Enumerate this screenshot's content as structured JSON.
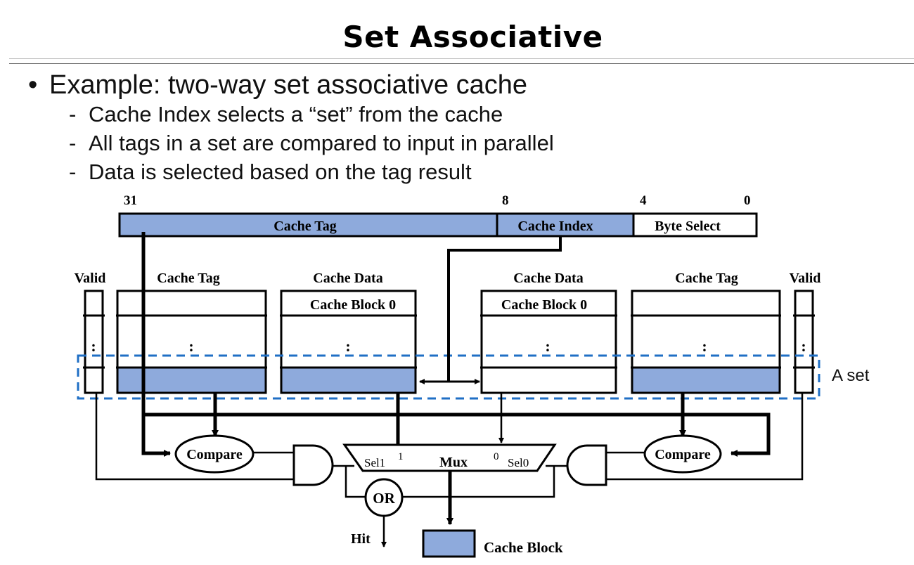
{
  "slide": {
    "title": "Set Associative",
    "bullets": [
      {
        "level": 1,
        "marker": "•",
        "text": "Example: two-way set associative cache"
      },
      {
        "level": 2,
        "marker": "-",
        "text": "Cache Index selects a “set” from the cache"
      },
      {
        "level": 2,
        "marker": "-",
        "text": "All tags in a set are compared to input in parallel"
      },
      {
        "level": 2,
        "marker": "-",
        "text": "Data is selected based on the tag result"
      }
    ]
  },
  "diagram": {
    "colors": {
      "fill": "#8eaadc",
      "dashed_set": "#1f6fc5",
      "line": "#000000"
    },
    "address": {
      "bit_labels": {
        "msb": "31",
        "index_start": "8",
        "offset_start": "4",
        "lsb": "0"
      },
      "fields": {
        "tag": "Cache Tag",
        "index": "Cache Index",
        "offset": "Byte Select"
      }
    },
    "left_way": {
      "valid_label": "Valid",
      "tag_label": "Cache Tag",
      "data_label": "Cache Data",
      "block0_label": "Cache Block 0",
      "ellipsis": ":"
    },
    "right_way": {
      "valid_label": "Valid",
      "tag_label": "Cache Tag",
      "data_label": "Cache Data",
      "block0_label": "Cache Block 0",
      "ellipsis": ":"
    },
    "set_label": "A set",
    "compare_label": "Compare",
    "mux": {
      "label": "Mux",
      "sel1": "Sel1",
      "sel0": "Sel0",
      "input1": "1",
      "input0": "0"
    },
    "or_label": "OR",
    "hit_label": "Hit",
    "output_label": "Cache Block"
  }
}
